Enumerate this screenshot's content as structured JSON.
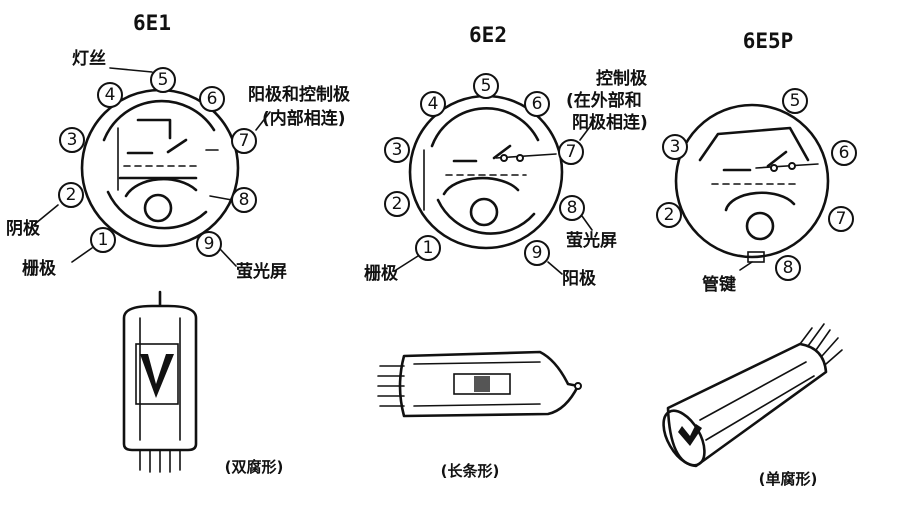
{
  "tubes": [
    {
      "title": "6E1",
      "pins": [
        "1",
        "2",
        "3",
        "4",
        "5",
        "6",
        "7",
        "8",
        "9"
      ],
      "labels": {
        "filament": "灯丝",
        "anode_control_1": "阳极和控制极",
        "anode_control_2": "(内部相连)",
        "cathode": "阴极",
        "grid": "栅极",
        "screen": "萤光屏"
      },
      "shape_caption": "(双腐形)"
    },
    {
      "title": "6E2",
      "pins": [
        "1",
        "2",
        "3",
        "4",
        "5",
        "6",
        "7",
        "8",
        "9"
      ],
      "labels": {
        "control_1": "控制极",
        "control_2": "(在外部和",
        "control_3": "阳极相连)",
        "screen": "萤光屏",
        "grid": "栅极",
        "anode": "阳极"
      },
      "shape_caption": "(长条形)"
    },
    {
      "title": "6E5P",
      "pins": [
        "2",
        "3",
        "5",
        "6",
        "7",
        "8"
      ],
      "labels": {
        "base_key": "管键"
      },
      "shape_caption": "(单腐形)"
    }
  ]
}
